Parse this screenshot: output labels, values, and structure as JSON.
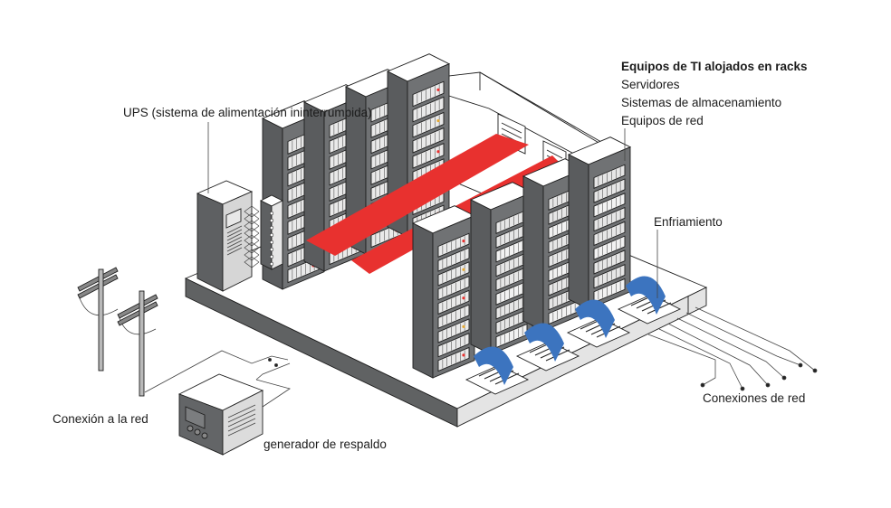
{
  "diagram": {
    "title": "Centro de datos",
    "labels": {
      "it_equipment_heading": "Equipos de TI alojados en racks",
      "it_equipment_items": [
        "Servidores",
        "Sistemas de almacenamiento",
        "Equipos de red"
      ],
      "ups": "UPS (sistema de alimentación ininterrumpida)",
      "cooling": "Enfriamiento",
      "network_connections": "Conexiones de red",
      "grid_connection": "Conexión a la red",
      "backup_generator": "generador de respaldo"
    },
    "colors": {
      "hot_aisle": "#e8312f",
      "cool_air": "#3c74bf",
      "rack_dark": "#5a5c5e",
      "rack_mid": "#707274",
      "floor_top": "#ffffff",
      "floor_edge_dark": "#606263",
      "floor_edge_light": "#e2e2e2",
      "equipment_light": "#d9d9d9"
    },
    "components": {
      "back_row_racks": 4,
      "front_row_racks": 4,
      "cooling_vents": 4,
      "network_cables": 6,
      "utility_poles": 2
    }
  }
}
